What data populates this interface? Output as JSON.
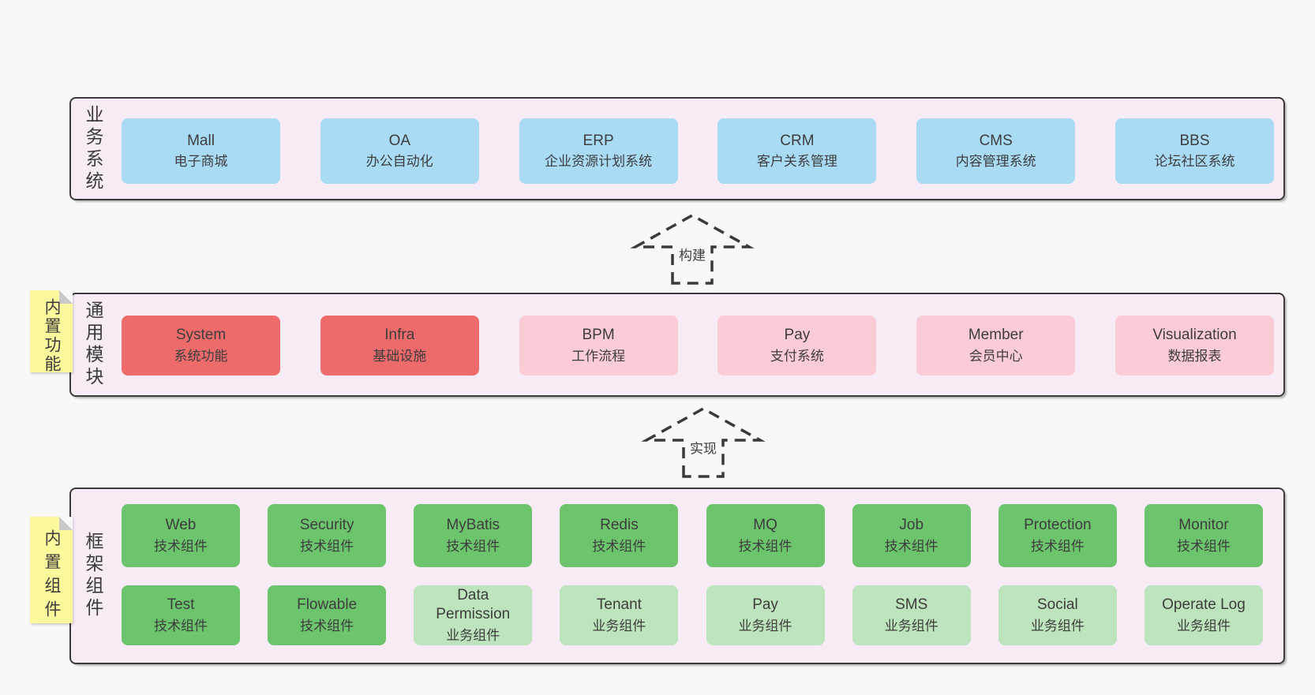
{
  "palette": {
    "page-bg": "#f8f8f8",
    "layer-bg": "#f7ecf5",
    "layer-border": "#3b3b3b",
    "blue": "#a9dbf5",
    "red": "#ee6b6b",
    "pink": "#fbccd5",
    "green": "#6cc46c",
    "green-light": "#bde4bc",
    "yellow": "#fbf99c",
    "fold": "#c9c9c9",
    "text": "#3d3d3d"
  },
  "arrows": [
    {
      "label": "构建"
    },
    {
      "label": "实现"
    }
  ],
  "layers": {
    "business": {
      "label": "业务系统",
      "boxes": [
        {
          "name": "Mall",
          "sub": "电子商城"
        },
        {
          "name": "OA",
          "sub": "办公自动化"
        },
        {
          "name": "ERP",
          "sub": "企业资源计划系统"
        },
        {
          "name": "CRM",
          "sub": "客户关系管理"
        },
        {
          "name": "CMS",
          "sub": "内容管理系统"
        },
        {
          "name": "BBS",
          "sub": "论坛社区系统"
        }
      ]
    },
    "modules": {
      "label": "通用模块",
      "note": "内置功能",
      "boxes": [
        {
          "name": "System",
          "sub": "系统功能"
        },
        {
          "name": "Infra",
          "sub": "基础设施"
        },
        {
          "name": "BPM",
          "sub": "工作流程"
        },
        {
          "name": "Pay",
          "sub": "支付系统"
        },
        {
          "name": "Member",
          "sub": "会员中心"
        },
        {
          "name": "Visualization",
          "sub": "数据报表"
        }
      ]
    },
    "components": {
      "label": "框架组件",
      "note": "内置组件",
      "row1": [
        {
          "name": "Web",
          "sub": "技术组件"
        },
        {
          "name": "Security",
          "sub": "技术组件"
        },
        {
          "name": "MyBatis",
          "sub": "技术组件"
        },
        {
          "name": "Redis",
          "sub": "技术组件"
        },
        {
          "name": "MQ",
          "sub": "技术组件"
        },
        {
          "name": "Job",
          "sub": "技术组件"
        },
        {
          "name": "Protection",
          "sub": "技术组件"
        },
        {
          "name": "Monitor",
          "sub": "技术组件"
        }
      ],
      "row2": [
        {
          "name": "Test",
          "sub": "技术组件"
        },
        {
          "name": "Flowable",
          "sub": "技术组件"
        },
        {
          "name": "Data Permission",
          "sub": "业务组件"
        },
        {
          "name": "Tenant",
          "sub": "业务组件"
        },
        {
          "name": "Pay",
          "sub": "业务组件"
        },
        {
          "name": "SMS",
          "sub": "业务组件"
        },
        {
          "name": "Social",
          "sub": "业务组件"
        },
        {
          "name": "Operate Log",
          "sub": "业务组件"
        }
      ]
    }
  }
}
